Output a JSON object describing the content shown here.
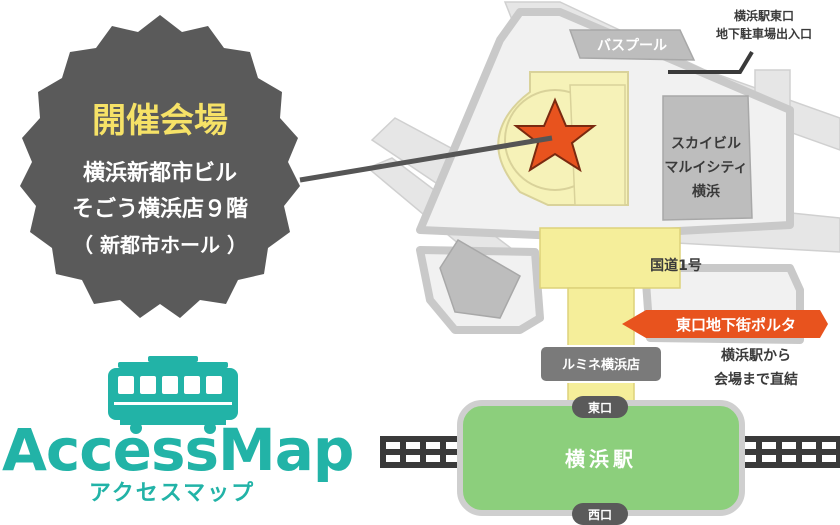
{
  "venue": {
    "heading": "開催会場",
    "line1": "横浜新都市ビル",
    "line2": "そごう横浜店９階",
    "line3": "（ 新都市ホール ）"
  },
  "labels": {
    "bus_pool": "バスプール",
    "parking_line1": "横浜駅東口",
    "parking_line2": "地下駐車場出入口",
    "sky_line1": "スカイビル",
    "sky_line2": "マルイシティ",
    "sky_line3": "横浜",
    "route1": "国道1号",
    "porta": "東口地下街ポルタ",
    "direct_line1": "横浜駅から",
    "direct_line2": "会場まで直結",
    "lumine": "ルミネ横浜店",
    "east_exit": "東口",
    "west_exit": "西口",
    "station": "横浜駅"
  },
  "brand": {
    "title": "AccessMap",
    "subtitle": "アクセスマップ"
  },
  "colors": {
    "badge": "#5a5a5a",
    "accent_orange": "#e8531e",
    "station_green": "#8ccf7c",
    "brand_teal": "#22b3a7",
    "venue_yellow": "#f6f2b8",
    "passage_yellow": "#f5ee9a",
    "building_gray": "#bdbdbd"
  }
}
